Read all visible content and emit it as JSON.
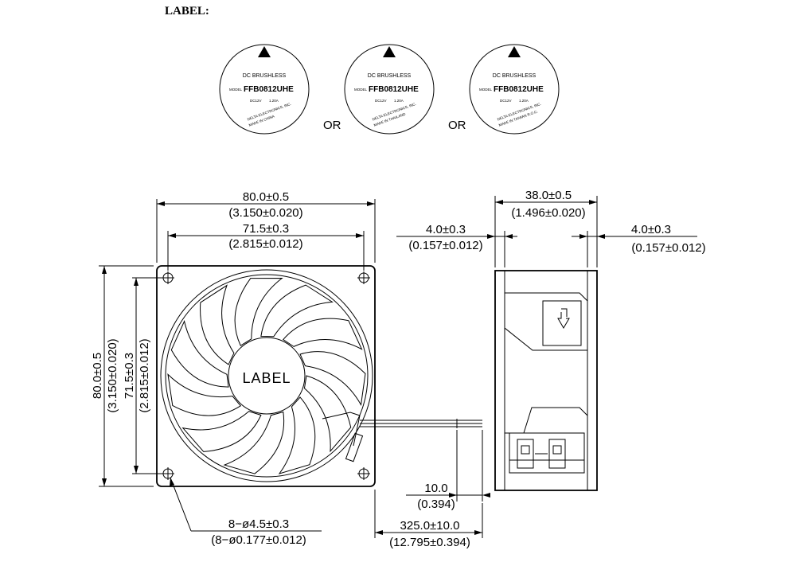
{
  "header": {
    "title": "LABEL:"
  },
  "labels": [
    {
      "series": "DC BRUSHLESS",
      "model_prefix": "MODEL",
      "model": "FFB0812UHE",
      "voltage": "DC12V",
      "current": "1.20A",
      "company": "DELTA ELECTRONICS, INC.",
      "origin": "MADE IN CHINA"
    },
    {
      "series": "DC BRUSHLESS",
      "model_prefix": "MODEL",
      "model": "FFB0812UHE",
      "voltage": "DC12V",
      "current": "1.20A",
      "company": "DELTA ELECTRONICS, INC.",
      "origin": "MADE IN THAILAND"
    },
    {
      "series": "DC BRUSHLESS",
      "model_prefix": "MODEL",
      "model": "FFB0812UHE",
      "voltage": "DC12V",
      "current": "1.20A",
      "company": "DELTA ELECTRONICS, INC.",
      "origin": "MADE IN TAIWAN R.O.C."
    }
  ],
  "or_words": [
    "OR",
    "OR"
  ],
  "front_view": {
    "hub_label": "LABEL",
    "width_mm": "80.0±0.5",
    "width_in": "(3.150±0.020)",
    "hole_pitch_mm": "71.5±0.3",
    "hole_pitch_in": "(2.815±0.012)",
    "height_mm": "80.0±0.5",
    "height_in": "(3.150±0.020)",
    "vert_pitch_mm": "71.5±0.3",
    "vert_pitch_in": "(2.815±0.012)",
    "holes_mm": "8−ø4.5±0.3",
    "holes_in": "(8−ø0.177±0.012)",
    "strip_mm": "10.0",
    "strip_in": "(0.394)",
    "lead_mm": "325.0±10.0",
    "lead_in": "(12.795±0.394)"
  },
  "side_view": {
    "depth_mm": "38.0±0.5",
    "depth_in": "(1.496±0.020)",
    "flange_left_mm": "4.0±0.3",
    "flange_left_in": "(0.157±0.012)",
    "flange_right_mm": "4.0±0.3",
    "flange_right_in": "(0.157±0.012)"
  }
}
